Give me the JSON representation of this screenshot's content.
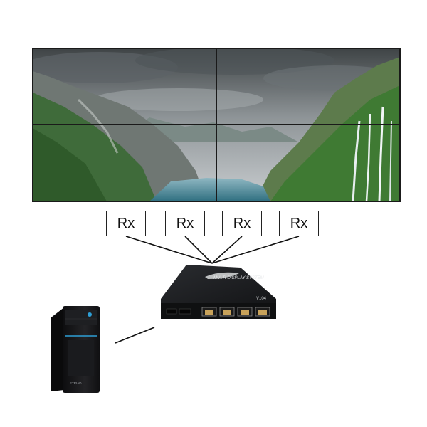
{
  "video_wall": {
    "panels": [
      "top-left",
      "top-right",
      "bottom-left",
      "bottom-right"
    ],
    "scene": "fjord-landscape"
  },
  "receivers": [
    {
      "label": "Rx"
    },
    {
      "label": "Rx"
    },
    {
      "label": "Rx"
    },
    {
      "label": "Rx"
    }
  ],
  "controller": {
    "logo_text": "MULTI-DISPLAY SYSTEM",
    "model_text": "V104",
    "ports": 4
  },
  "computer": {
    "brand_text": "ETRIAD"
  },
  "colors": {
    "line": "#111111",
    "bezel": "#1a1a1a",
    "device_body": "#1c1d1f",
    "pc_body": "#151517",
    "pc_accent": "#2e9fd6"
  }
}
